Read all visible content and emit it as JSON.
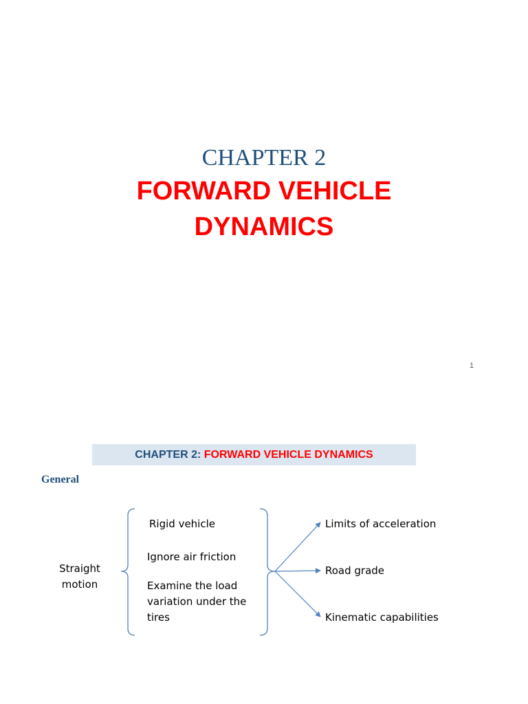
{
  "slide1": {
    "chapter_label": "CHAPTER 2",
    "title_line1": "FORWARD VEHICLE",
    "title_line2": "DYNAMICS",
    "page_number": "1"
  },
  "slide2": {
    "header_prefix": "CHAPTER 2: ",
    "header_main": "FORWARD VEHICLE DYNAMICS",
    "section_label": "General",
    "diagram": {
      "root_line1": "Straight",
      "root_line2": "motion",
      "conditions": [
        "Rigid vehicle",
        "Ignore air friction",
        "Examine the load variation under the tires"
      ],
      "outcomes": [
        "Limits of acceleration",
        "Road grade",
        "Kinematic capabilities"
      ]
    },
    "colors": {
      "bracket": "#4f81bd",
      "header_bg": "#dce6f1",
      "title_red": "#ff0000",
      "title_blue": "#1f4e79"
    }
  }
}
